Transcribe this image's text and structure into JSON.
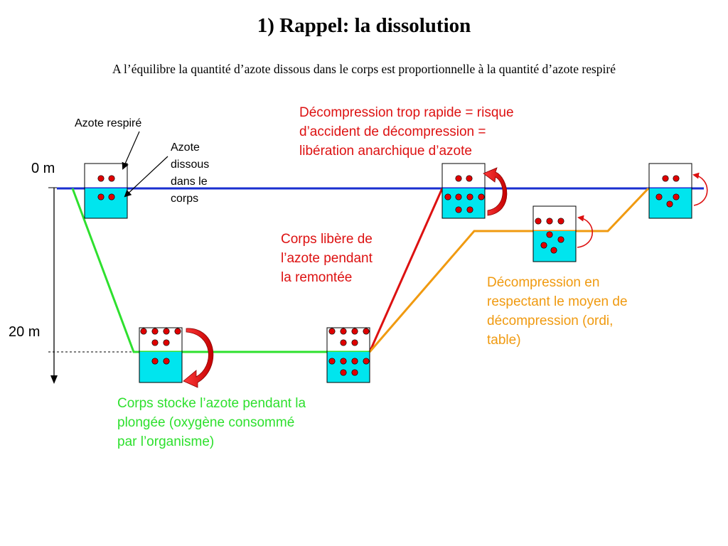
{
  "title": "1) Rappel: la dissolution",
  "subtitle": "A l’équilibre la quantité d’azote dissous dans le corps est proportionnelle à la quantité d’azote respiré",
  "labels": {
    "azote_respire": "Azote respiré",
    "azote_dissous": [
      "Azote",
      "dissous",
      "dans le",
      "corps"
    ],
    "depth_0": "0 m",
    "depth_20": "20 m"
  },
  "annotations": {
    "fast_ascent": [
      "Décompression trop rapide = risque",
      "d’accident de décompression =",
      "libération anarchique d’azote"
    ],
    "release": [
      "Corps libère de",
      "l’azote pendant",
      "la remontée"
    ],
    "safe_ascent": [
      "Décompression en",
      "respectant le moyen de",
      "décompression (ordi,",
      "table)"
    ],
    "storage": [
      "Corps stocke l’azote pendant la",
      "plongée (oxygène consommé",
      "par l’organisme)"
    ]
  },
  "colors": {
    "surface": "#1a2fd0",
    "dive_profile": "#2ee02e",
    "fast_ascent": "#dd1111",
    "safe_ascent": "#f09a10",
    "water": "#00e5ee",
    "nitrogen": "#e00000"
  }
}
